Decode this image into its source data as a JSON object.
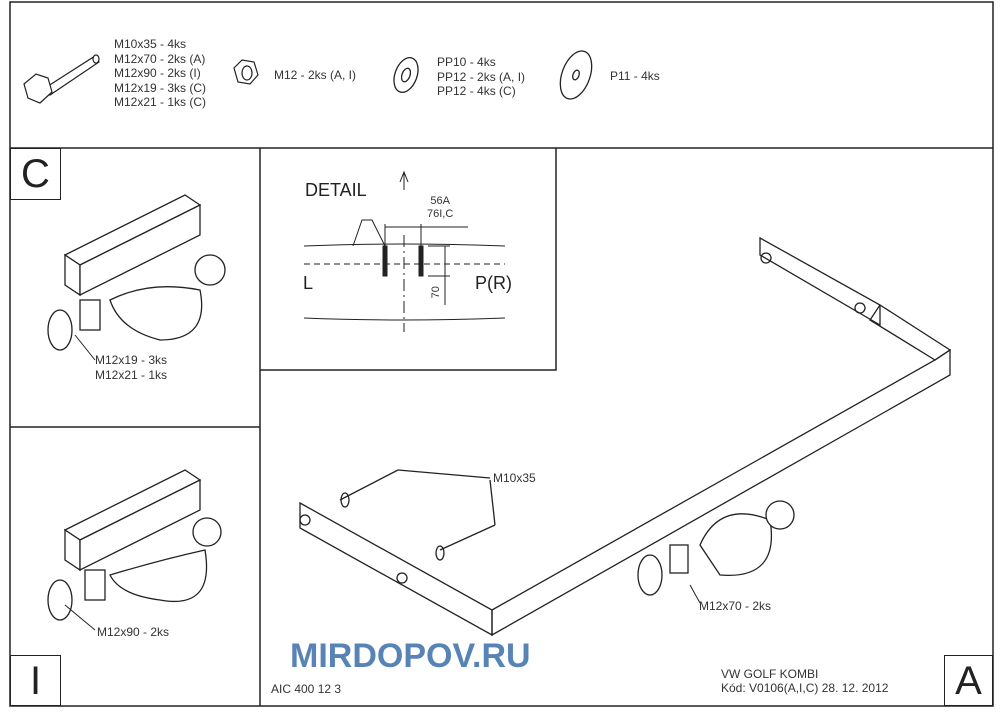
{
  "parts": {
    "bolts": [
      "M10x35 - 4ks",
      "M12x70 - 2ks (A)",
      "M12x90 - 2ks (I)",
      "M12x19 - 3ks (C)",
      "M12x21 - 1ks (C)"
    ],
    "nut": "M12 - 2ks (A, I)",
    "washers_small": [
      "PP10 - 4ks",
      "PP12 - 2ks (A, I)",
      "PP12 - 4ks (C)"
    ],
    "washer_large": "P11 - 4ks"
  },
  "panel_c": {
    "letter": "C",
    "labels": [
      "M12x19 - 3ks",
      "M12x21 - 1ks"
    ]
  },
  "panel_i": {
    "letter": "I",
    "label": "M12x90 - 2ks"
  },
  "detail": {
    "title": "DETAIL",
    "dim_top": [
      "56A",
      "76I,C"
    ],
    "dim_side": "70",
    "left": "L",
    "right": "P(R)"
  },
  "main": {
    "letter": "A",
    "bolt_label": "M10x35",
    "hitch_label": "M12x70 - 2ks"
  },
  "footer": {
    "code_left": "AIC 400 12 3",
    "vehicle": "VW GOLF KOMBI",
    "code": "Kód: V0106(A,I,C)  28. 12. 2012",
    "watermark": "MIRDOPOV.RU"
  }
}
